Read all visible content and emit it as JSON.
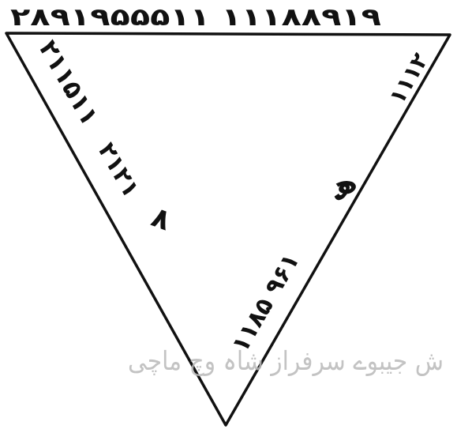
{
  "figure": {
    "top_edge_text": "۲۸۹۱۹۵۵۵۱۱ ۱۱۱۸۸۹۱۹",
    "left_upper_text": "۲۱۱۵۱۱",
    "left_middle_text": "۲۱۲۱",
    "left_lower_text": "۸",
    "right_upper_text": "۱۱۱۲",
    "right_middle_text": "ھ",
    "right_lower_text": "۱۱۸۵ ۹۶۱",
    "watermark_text": "ش جیبوے سرفراز شاہ وچ ماچی",
    "colors": {
      "ink": "#111111",
      "watermark": "#b9b9b9",
      "background": "#ffffff"
    }
  }
}
